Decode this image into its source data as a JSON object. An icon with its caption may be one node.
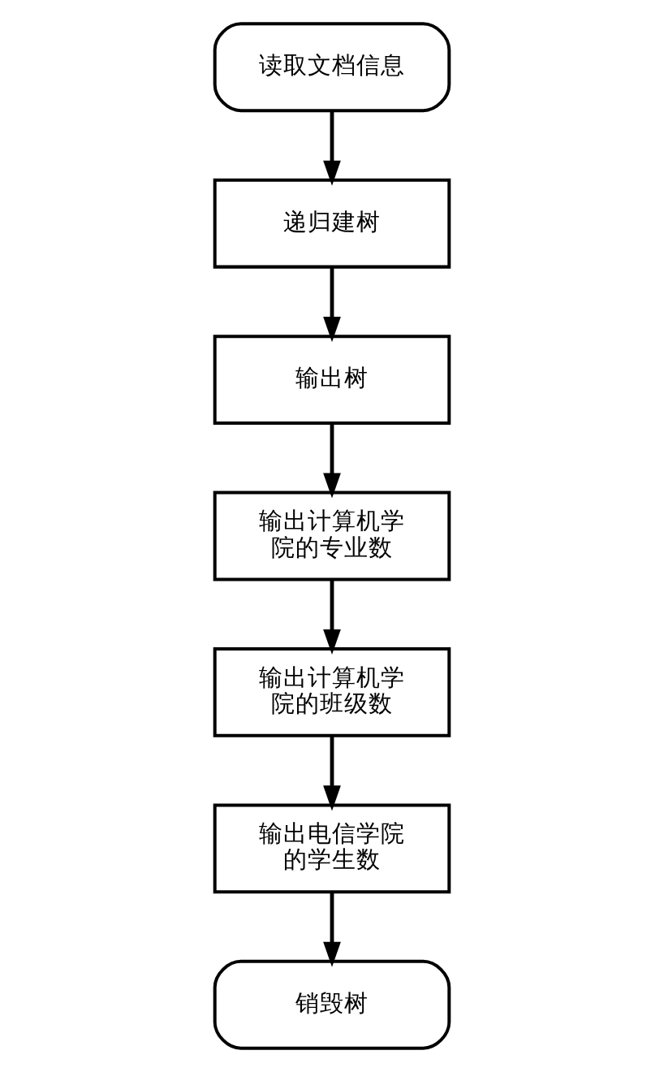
{
  "diagram": {
    "nodes": [
      {
        "text": [
          "读取文档信息"
        ]
      },
      {
        "text": [
          "递归建树"
        ]
      },
      {
        "text": [
          "输出树"
        ]
      },
      {
        "text": [
          "输出计算机学院的专业数"
        ]
      },
      {
        "text": [
          "输出计算机学院的班级数"
        ]
      },
      {
        "text": [
          "输出电信学院的学生数"
        ]
      },
      {
        "text": [
          "销毁树"
        ]
      }
    ],
    "edges": [
      {
        "from": 0,
        "to": 1,
        "arrow": "to"
      },
      {
        "from": 1,
        "to": 2,
        "arrow": "to"
      },
      {
        "from": 2,
        "to": 3,
        "arrow": "to"
      },
      {
        "from": 3,
        "to": 4,
        "arrow": "to"
      },
      {
        "from": 4,
        "to": 5,
        "arrow": "to"
      },
      {
        "from": 5,
        "to": 6,
        "arrow": "to"
      }
    ]
  }
}
